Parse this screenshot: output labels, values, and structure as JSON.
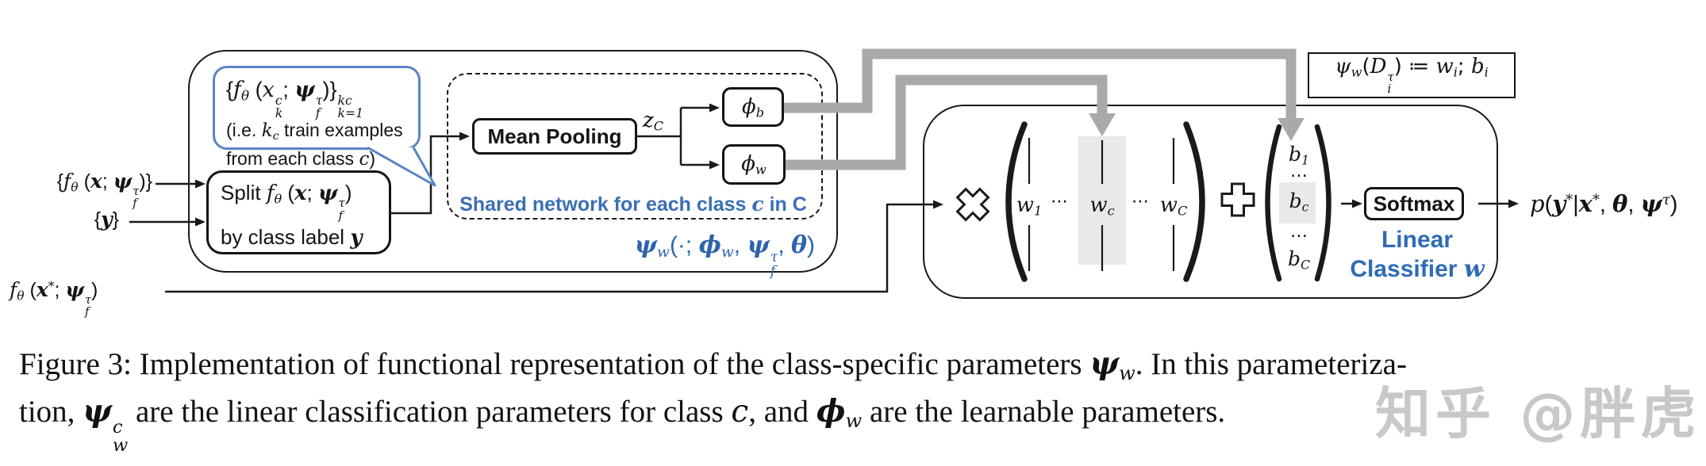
{
  "colors": {
    "accent_blue": "#3a6fb5",
    "bubble_blue": "#5b84c4",
    "gray_arrow": "#a9a9a9",
    "highlight_gray": "#e9e9e9",
    "line_black": "#1a1a1a"
  },
  "diagram": {
    "inputs": {
      "support_features": [
        {
          "k": "t",
          "v": "{"
        },
        {
          "k": "i",
          "v": "f"
        },
        {
          "k": "sub",
          "v": "θ"
        },
        {
          "k": "t",
          "v": " ("
        },
        {
          "k": "bi",
          "v": "x"
        },
        {
          "k": "t",
          "v": "; "
        },
        {
          "k": "bi",
          "v": "ψ"
        },
        {
          "k": "ss",
          "sub": "f",
          "sup": "τ"
        },
        {
          "k": "t",
          "v": ")}"
        }
      ],
      "support_labels": [
        {
          "k": "t",
          "v": "{"
        },
        {
          "k": "bi",
          "v": "y"
        },
        {
          "k": "t",
          "v": "}"
        }
      ],
      "query_feature": [
        {
          "k": "i",
          "v": "f"
        },
        {
          "k": "sub",
          "v": "θ"
        },
        {
          "k": "t",
          "v": " ("
        },
        {
          "k": "bi",
          "v": "x"
        },
        {
          "k": "sup",
          "v": "*"
        },
        {
          "k": "t",
          "v": "; "
        },
        {
          "k": "bi",
          "v": "ψ"
        },
        {
          "k": "ss",
          "sub": "f",
          "sup": "τ"
        },
        {
          "k": "t",
          "v": ")"
        }
      ]
    },
    "bubble": {
      "line1": [
        {
          "k": "t",
          "v": "{"
        },
        {
          "k": "i",
          "v": "f"
        },
        {
          "k": "sub",
          "v": "θ"
        },
        {
          "k": "t",
          "v": " ("
        },
        {
          "k": "i",
          "v": "x"
        },
        {
          "k": "ss",
          "sub": "k",
          "sup": "c"
        },
        {
          "k": "t",
          "v": "; "
        },
        {
          "k": "bi",
          "v": "ψ"
        },
        {
          "k": "ss",
          "sub": "f",
          "sup": "τ"
        },
        {
          "k": "t",
          "v": ")}"
        },
        {
          "k": "ss",
          "sub": "k=1",
          "sup": "kc"
        }
      ],
      "line2": [
        {
          "k": "t",
          "v": "(i.e. "
        },
        {
          "k": "i",
          "v": "k"
        },
        {
          "k": "sub",
          "v": "c"
        },
        {
          "k": "t",
          "v": " train examples"
        }
      ],
      "line3": [
        {
          "k": "t",
          "v": "from each class "
        },
        {
          "k": "i",
          "v": "c"
        },
        {
          "k": "t",
          "v": ")"
        }
      ]
    },
    "split_box": {
      "line1": [
        {
          "k": "t",
          "v": "Split "
        },
        {
          "k": "i",
          "v": "f"
        },
        {
          "k": "sub",
          "v": "θ"
        },
        {
          "k": "t",
          "v": " ("
        },
        {
          "k": "bi",
          "v": "x"
        },
        {
          "k": "t",
          "v": "; "
        },
        {
          "k": "bi",
          "v": "ψ"
        },
        {
          "k": "ss",
          "sub": "f",
          "sup": "τ"
        },
        {
          "k": "t",
          "v": ")"
        }
      ],
      "line2": [
        {
          "k": "t",
          "v": "by class label "
        },
        {
          "k": "bi",
          "v": "y"
        }
      ]
    },
    "pooling": {
      "label": "Mean Pooling",
      "z_label": [
        {
          "k": "i",
          "v": "z"
        },
        {
          "k": "sub",
          "v": "C"
        }
      ]
    },
    "phi_b": [
      {
        "k": "i",
        "v": "ϕ"
      },
      {
        "k": "sub",
        "v": "b"
      }
    ],
    "phi_w": [
      {
        "k": "i",
        "v": "ϕ"
      },
      {
        "k": "sub",
        "v": "w"
      }
    ],
    "shared_network_label": [
      {
        "k": "t",
        "v": "Shared network for each class "
      },
      {
        "k": "i",
        "v": "c"
      },
      {
        "k": "t",
        "v": " in C"
      }
    ],
    "psi_function_label": [
      {
        "k": "bi",
        "v": "ψ"
      },
      {
        "k": "sub",
        "v": "w"
      },
      {
        "k": "t",
        "v": "(·; "
      },
      {
        "k": "bi",
        "v": "ϕ"
      },
      {
        "k": "sub",
        "v": "w"
      },
      {
        "k": "t",
        "v": ", "
      },
      {
        "k": "bi",
        "v": "ψ"
      },
      {
        "k": "ss",
        "sub": "f",
        "sup": "τ"
      },
      {
        "k": "t",
        "v": ", "
      },
      {
        "k": "bi",
        "v": "θ"
      },
      {
        "k": "t",
        "v": ")"
      }
    ],
    "definition_box": [
      {
        "k": "i",
        "v": "ψ"
      },
      {
        "k": "sub",
        "v": "w"
      },
      {
        "k": "t",
        "v": "("
      },
      {
        "k": "i",
        "v": "D"
      },
      {
        "k": "ss",
        "sub": "i",
        "sup": "τ"
      },
      {
        "k": "t",
        "v": ") ≔ "
      },
      {
        "k": "i",
        "v": "w"
      },
      {
        "k": "sub",
        "v": "i"
      },
      {
        "k": "t",
        "v": "; "
      },
      {
        "k": "i",
        "v": "b"
      },
      {
        "k": "sub",
        "v": "i"
      }
    ],
    "weight_matrix": {
      "w1": [
        {
          "k": "i",
          "v": "w"
        },
        {
          "k": "sub",
          "v": "1"
        }
      ],
      "dots": "⋯",
      "wc": [
        {
          "k": "i",
          "v": "w"
        },
        {
          "k": "sub",
          "v": "c"
        }
      ],
      "wC": [
        {
          "k": "i",
          "v": "w"
        },
        {
          "k": "sub",
          "v": "C"
        }
      ]
    },
    "bias_vector": {
      "b1": [
        {
          "k": "i",
          "v": "b"
        },
        {
          "k": "sub",
          "v": "1"
        }
      ],
      "dots": "…",
      "bc": [
        {
          "k": "i",
          "v": "b"
        },
        {
          "k": "sub",
          "v": "c"
        }
      ],
      "bC": [
        {
          "k": "i",
          "v": "b"
        },
        {
          "k": "sub",
          "v": "C"
        }
      ]
    },
    "softmax_label": "Softmax",
    "linear_classifier": {
      "line1": "Linear",
      "line2": [
        {
          "k": "t",
          "v": "Classifier "
        },
        {
          "k": "i",
          "v": "w"
        }
      ]
    },
    "output": [
      {
        "k": "i",
        "v": "p"
      },
      {
        "k": "t",
        "v": "("
      },
      {
        "k": "bi",
        "v": "y"
      },
      {
        "k": "sup",
        "v": "*"
      },
      {
        "k": "t",
        "v": "|"
      },
      {
        "k": "bi",
        "v": "x"
      },
      {
        "k": "sup",
        "v": "*"
      },
      {
        "k": "t",
        "v": ", "
      },
      {
        "k": "bi",
        "v": "θ"
      },
      {
        "k": "t",
        "v": ", "
      },
      {
        "k": "bi",
        "v": "ψ"
      },
      {
        "k": "sup",
        "v": "τ"
      },
      {
        "k": "t",
        "v": ")"
      }
    ]
  },
  "caption": {
    "line1": [
      {
        "k": "t",
        "v": "Figure 3: Implementation of functional representation of the class-specific parameters "
      },
      {
        "k": "bi",
        "v": "ψ"
      },
      {
        "k": "sub",
        "v": "w"
      },
      {
        "k": "t",
        "v": ". In this parameteriza-"
      }
    ],
    "line2": [
      {
        "k": "t",
        "v": "tion, "
      },
      {
        "k": "bi",
        "v": "ψ"
      },
      {
        "k": "ss",
        "sub": "w",
        "sup": "c"
      },
      {
        "k": "t",
        "v": " are the linear classification parameters for class "
      },
      {
        "k": "i",
        "v": "c"
      },
      {
        "k": "t",
        "v": ", and "
      },
      {
        "k": "bi",
        "v": "ϕ"
      },
      {
        "k": "sub",
        "v": "w"
      },
      {
        "k": "t",
        "v": " are the learnable parameters."
      }
    ]
  },
  "watermark": "知乎 @胖虎"
}
